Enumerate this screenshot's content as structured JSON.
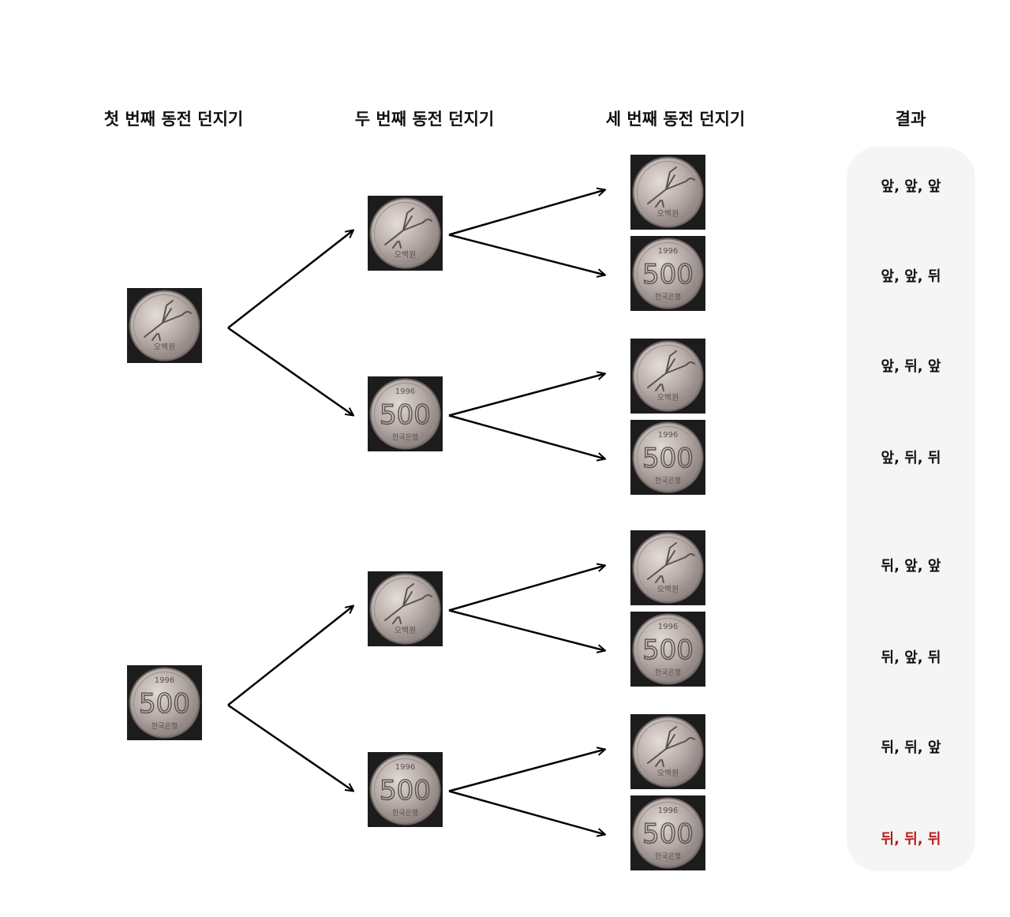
{
  "headers": {
    "first": "첫 번째 동전 던지기",
    "second": "두 번째 동전 던지기",
    "third": "세 번째 동전 던지기",
    "result": "결과"
  },
  "coin_text": {
    "front_label": "오백원",
    "back_year": "1996",
    "back_value": "500",
    "back_label": "한국은행"
  },
  "colors": {
    "text": "#111111",
    "highlight": "#b71c1c",
    "panel": "#f5f5f5",
    "coin_bg": "#1c1c1c"
  },
  "results": [
    {
      "text": "앞, 앞, 앞",
      "highlight": false
    },
    {
      "text": "앞, 앞, 뒤",
      "highlight": false
    },
    {
      "text": "앞, 뒤, 앞",
      "highlight": false
    },
    {
      "text": "앞, 뒤, 뒤",
      "highlight": false
    },
    {
      "text": "뒤, 앞, 앞",
      "highlight": false
    },
    {
      "text": "뒤, 앞, 뒤",
      "highlight": false
    },
    {
      "text": "뒤, 뒤, 앞",
      "highlight": false
    },
    {
      "text": "뒤, 뒤, 뒤",
      "highlight": true
    }
  ]
}
